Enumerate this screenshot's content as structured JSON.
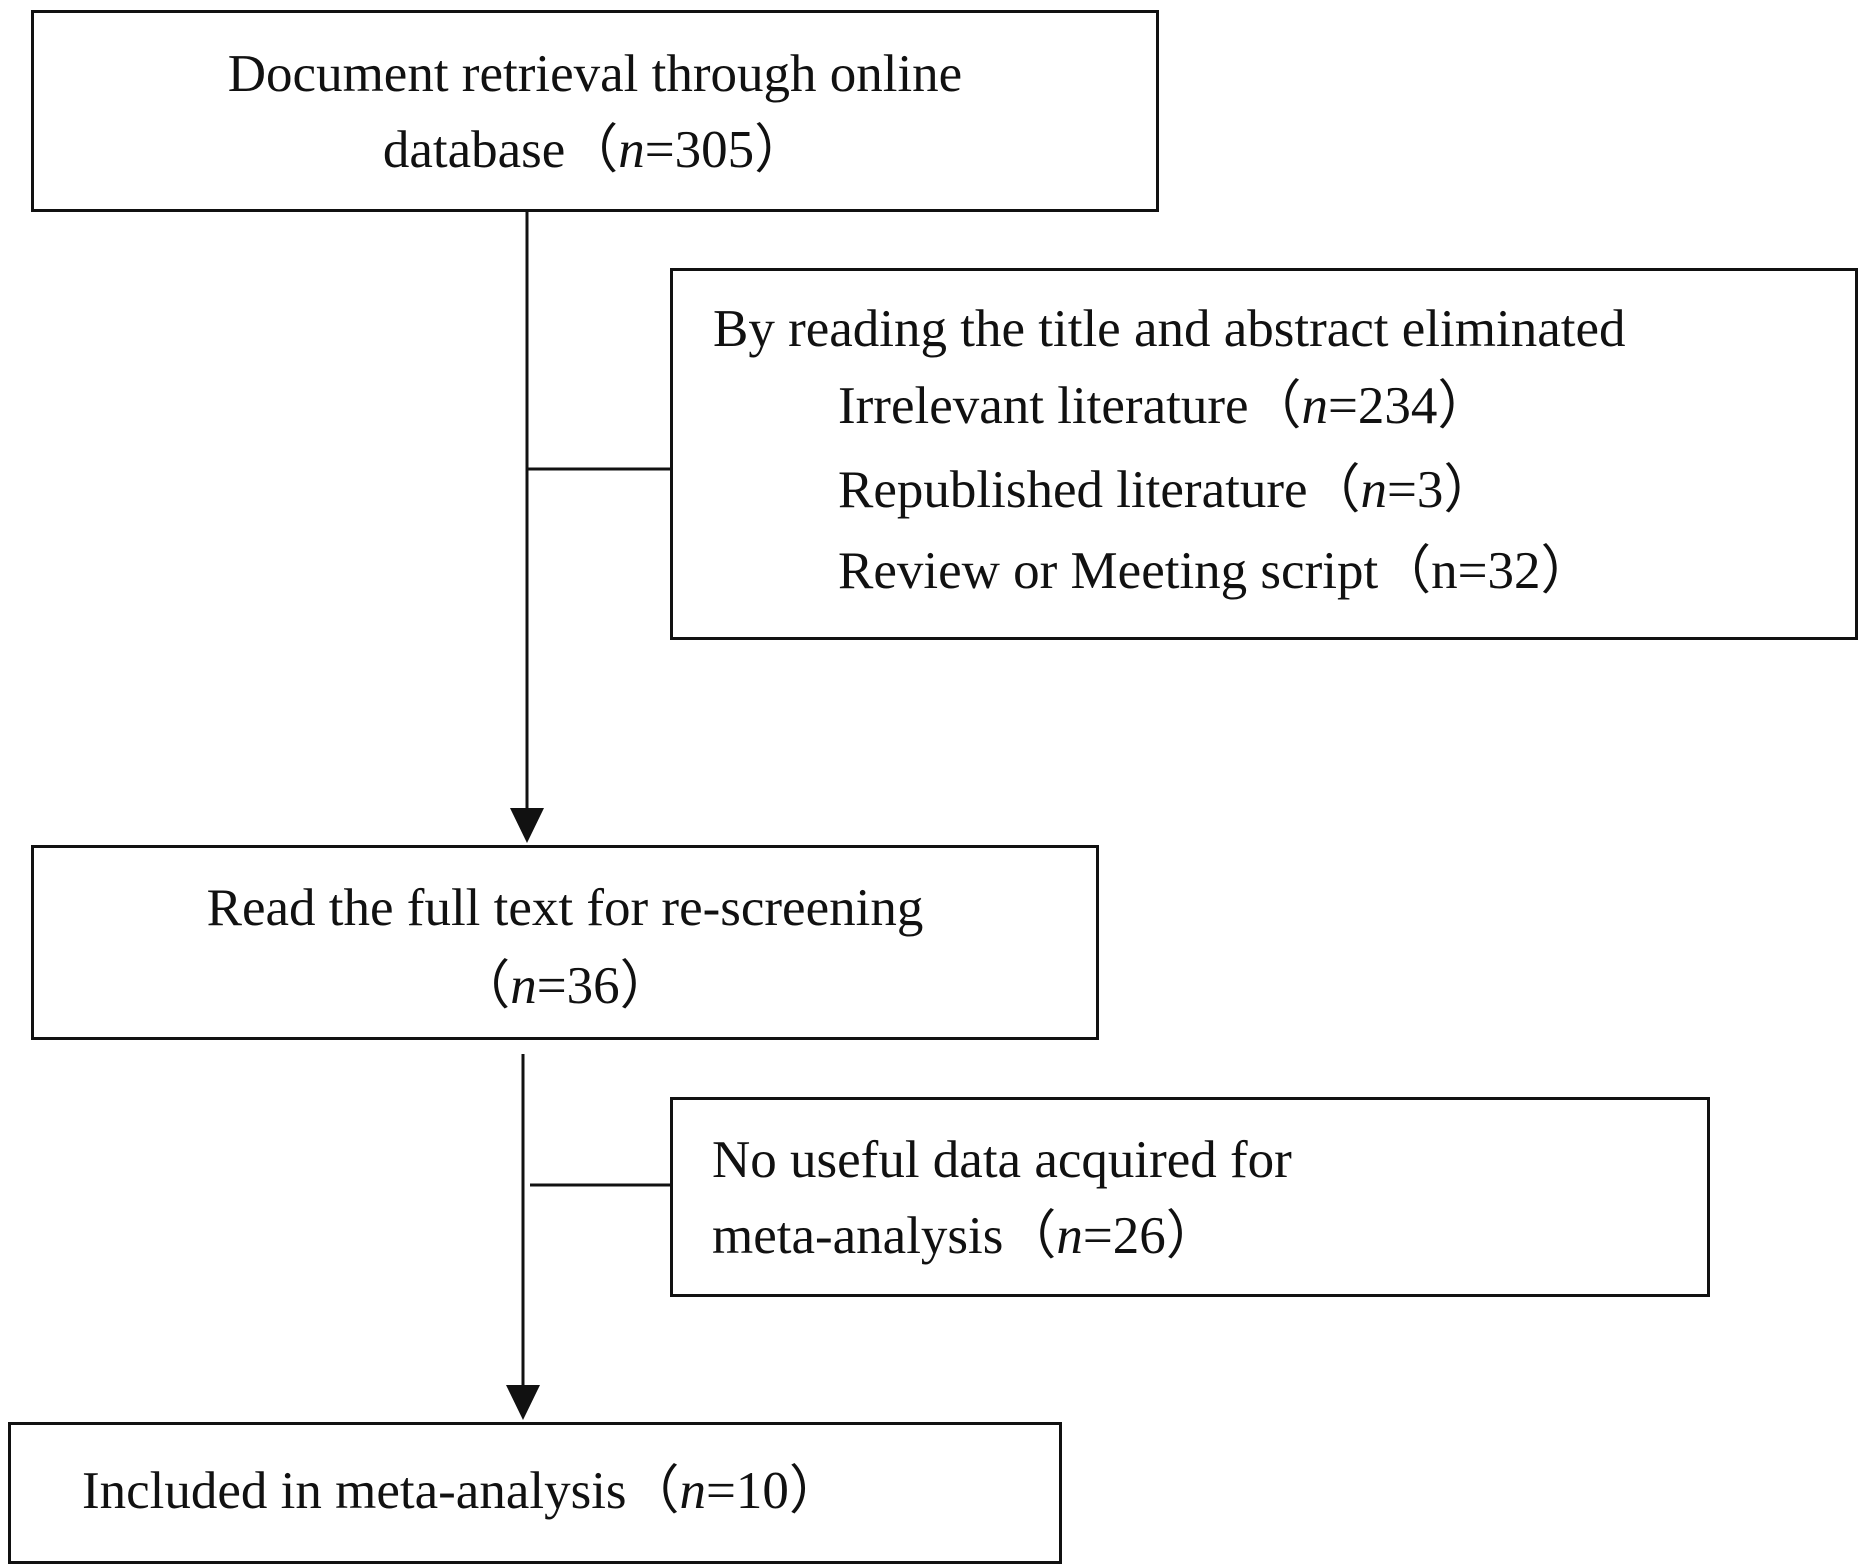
{
  "box1": {
    "line1": "Document retrieval through online",
    "line2_prefix": "database（",
    "n_symbol": "n",
    "line2_suffix": "=305）"
  },
  "exclusion1": {
    "heading": "By reading the title and abstract eliminated",
    "item1_prefix": "Irrelevant literature（",
    "item1_n": "n",
    "item1_suffix": "=234）",
    "item2_prefix": "Republished literature（",
    "item2_n": "n",
    "item2_suffix": "=3）",
    "item3": "Review or Meeting script（n=32）"
  },
  "box2": {
    "line1": "Read the full text for re-screening",
    "line2_prefix": "（",
    "n_symbol": "n",
    "line2_suffix": "=36）"
  },
  "exclusion2": {
    "line1": "No useful data acquired for",
    "line2_prefix": "meta-analysis（",
    "n_symbol": "n",
    "line2_suffix": "=26）"
  },
  "box3": {
    "text_prefix": "Included in meta-analysis（",
    "n_symbol": "n",
    "text_suffix": "=10）"
  },
  "colors": {
    "stroke": "#111111",
    "background": "#ffffff"
  }
}
